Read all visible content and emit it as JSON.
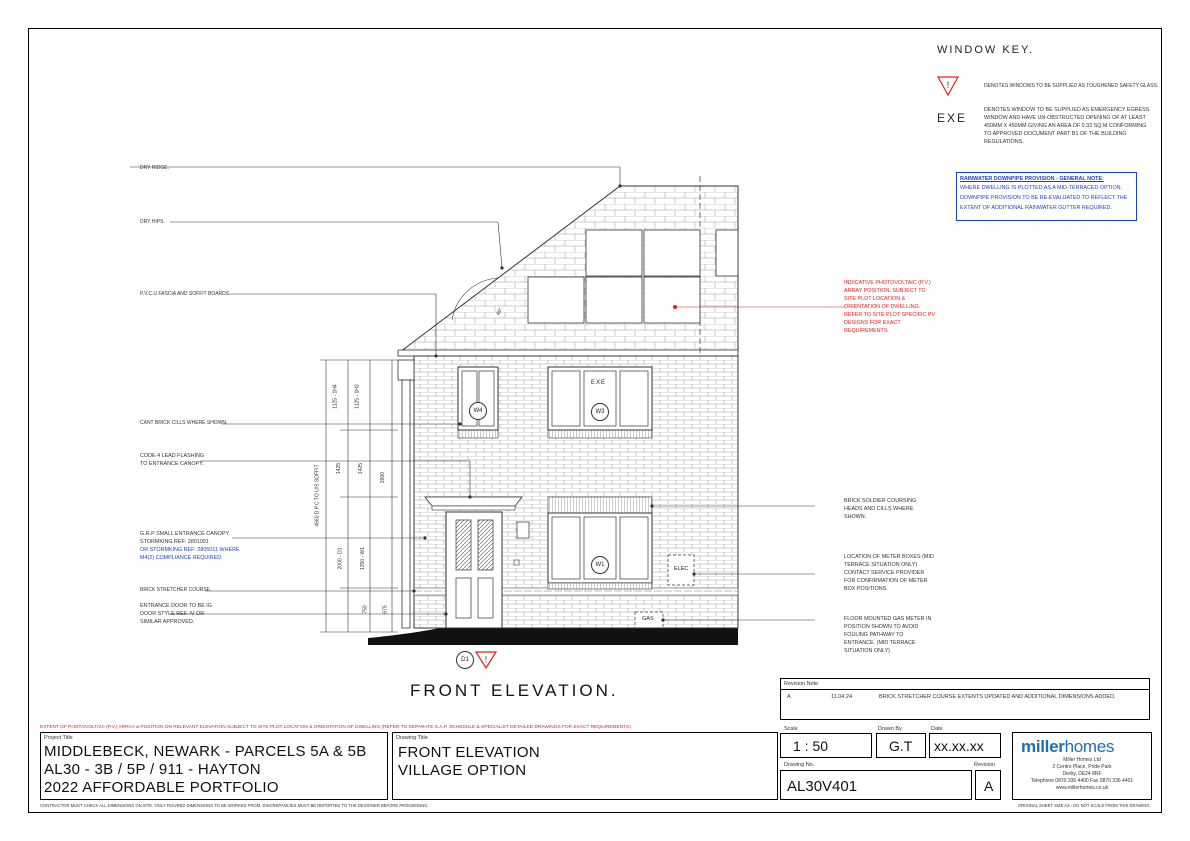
{
  "window_key": {
    "title": "WINDOW KEY.",
    "toughened_text": "DENOTES WINDOWS TO BE SUPPLIED AS TOUGHENED SAFETY GLASS.",
    "exe_label": "EXE",
    "exe_text": "DENOTES WINDOW TO BE SUPPLIED AS EMERGENCY EGRESS WINDOW AND HAVE UN-OBSTRUCTED OPENING OF AT LEAST 450MM X 450MM GIVING AN AREA OF 0.33 SQ.M CONFORMING TO APPROVED DOCUMENT PART B1 OF THE BUILDING REGULATIONS."
  },
  "rainwater_note": {
    "title": "RAINWATER DOWNPIPE PROVISION - GENERAL NOTE:",
    "body": "WHERE DWELLING IS PLOTTED AS A MID-TERRACED OPTION, DOWNPIPE PROVISION TO BE RE-EVALUATED TO REFLECT THE EXTENT OF ADDITIONAL RAINWATER GUTTER REQUIRED."
  },
  "labels": {
    "dry_ridge": "DRY RIDGE.",
    "dry_hips": "DRY HIPS.",
    "fascia": "P.V.C.U FASCIA AND SOFFIT BOARDS.",
    "cant_cills": "CANT BRICK CILLS WHERE SHOWN.",
    "lead_flashing": "CODE 4 LEAD FLASHING TO ENTRANCE CANOPY.",
    "canopy_a": "G.R.P SMALL ENTRANCE CANOPY. STORMKING REF: 2801001",
    "canopy_b": "OR STORMKING REF: 2805011 WHERE M4(2) COMPLIANCE REQUIRED.",
    "stretcher": "BRICK STRETCHER COURSE.",
    "entrance_door": "ENTRANCE DOOR TO BE IG DOOR STYLE REF. IV OR SIMILAR APPROVED.",
    "pv": "INDICATIVE PHOTOVOLTAIC (P.V.) ARRAY POSITION, SUBJECT TO SITE PLOT LOCATION & ORIENTATION OF DWELLING. REFER TO SITE PLOT SPECIFIC PV DESIGNS FOR EXACT REQUIREMENTS.",
    "soldier": "BRICK SOLDIER COURSING HEADS AND CILLS WHERE SHOWN.",
    "meter_box": "LOCATION OF METER BOXES (MID TERRACE SITUATION ONLY) CONTACT SERVICE PROVIDER FOR CONFIRMATION OF METER BOX POSITIONS.",
    "gas_meter": "FLOOR MOUNTED GAS METER IN POSITION SHOWN TO AVOID FOULING PATHWAY TO ENTRANCE. (MID TERRACE SITUATION ONLY)",
    "w4": "W4",
    "w3": "W3",
    "w1": "W1",
    "d1": "D1",
    "exe_tag": "EXE",
    "elec": "ELEC",
    "gas": "GAS",
    "dim_total": "4660 D.P.C TO U/S SOFFIT",
    "dim_a": "1125 - 1H4",
    "dim_b": "1125 - 1H3",
    "dim_c": "1425",
    "dim_d": "1425",
    "dim_e": "2000 - D1",
    "dim_f": "1350 - W1",
    "dim_g": "750",
    "dim_h": "675",
    "dim_i": "3900",
    "dim_roof": "45°"
  },
  "drawing_title": "FRONT ELEVATION.",
  "pv_footer": "EXTENT OF PHOTOVOLTAIC (P.V.) ARRAY & POSITION ON RELEVANT ELEVATION SUBJECT TO SITE PLOT LOCATION & ORIENTATION OF DWELLING (REFER TO SEPARATE S.A.P. SCHEDULE & SPECIALIST DETAILED DRAWINGS FOR EXACT REQUIREMENTS)",
  "revision": {
    "note_label": "Revision Note",
    "rev": "A",
    "date": "11.04.24",
    "text": "BRICK STRETCHER COURSE EXTENTS UPDATED AND ADDITIONAL DIMENSIONS ADDED."
  },
  "title_block": {
    "project_label": "Project Title",
    "project_l1": "MIDDLEBECK, NEWARK - PARCELS 5A & 5B",
    "project_l2": "AL30 - 3B / 5P / 911 - HAYTON",
    "project_l3": "2022 AFFORDABLE PORTFOLIO",
    "drawing_label": "Drawing Title",
    "drawing_l1": "FRONT ELEVATION",
    "drawing_l2": "VILLAGE OPTION",
    "scale_label": "Scale",
    "scale": "1 : 50",
    "drawn_label": "Drawn By",
    "drawn": "G.T",
    "date_label": "Date",
    "date": "xx.xx.xx",
    "drawing_no_label": "Drawing No.",
    "drawing_no": "AL30V401",
    "revision_label": "Revision",
    "revision": "A"
  },
  "company": {
    "brand_a": "miller",
    "brand_b": "homes",
    "l1": "Miller Homes Ltd",
    "l2": "2 Centro Place, Pride Park",
    "l3": "Derby, DE24 8RF",
    "l4": "Telephone 0870 336 4400     Fax 0870 336 4401",
    "l5": "www.millerhomes.co.uk"
  },
  "footer_left": "CONTRACTOR MUST CHECK ALL DIMENSIONS ON SITE. ONLY FIGURED DIMENSIONS TO BE WORKED FROM. DISCREPANCIES MUST BE REPORTED TO THE DESIGNER BEFORE PROCEEDING.",
  "footer_right": "ORIGINAL SHEET SIZE A3  -  DO NOT SCALE FROM THIS DRAWING",
  "colors": {
    "red": "#e02020",
    "blue": "#2040d0",
    "brand": "#1a6fb5"
  }
}
